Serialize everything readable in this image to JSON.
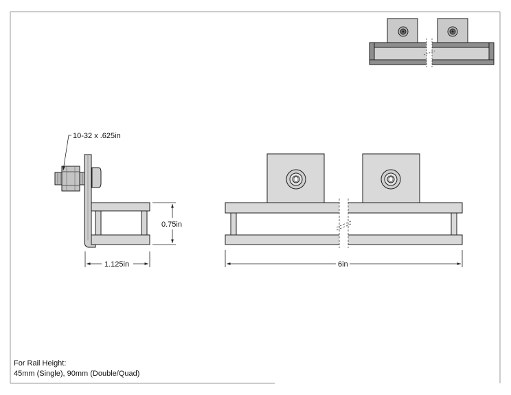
{
  "callouts": {
    "screw": "10-32 x .625in",
    "height": "0.75in",
    "side_width": "1.125in",
    "length": "6in"
  },
  "notes": {
    "line1": "For Rail Height:",
    "line2": "45mm (Single), 90mm (Double/Quad)"
  },
  "colors": {
    "part_fill": "#c8c8c8",
    "part_light": "#dcdcdc",
    "part_dark": "#8a8a8a",
    "outline": "#1e1e1e",
    "dimension": "#222222",
    "frame": "#9a9a9a"
  }
}
